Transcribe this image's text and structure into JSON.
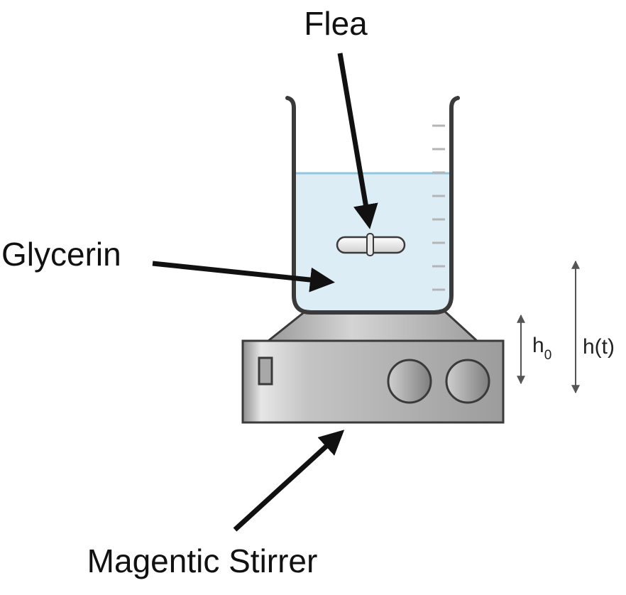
{
  "labels": {
    "flea": "Flea",
    "glycerin": "Glycerin",
    "stirrer": "Magentic Stirrer",
    "h_base": "h",
    "h_sub": "0",
    "h_t": "h(t)"
  },
  "colors": {
    "liquid": "#dcedf5",
    "liquid_surface": "#8ec7df",
    "outline": "#3a3a3a",
    "stirrer_body": "#b9b9b9",
    "knob": "#9a9a9a",
    "arrow": "#111111",
    "dim_arrow": "#555555"
  }
}
